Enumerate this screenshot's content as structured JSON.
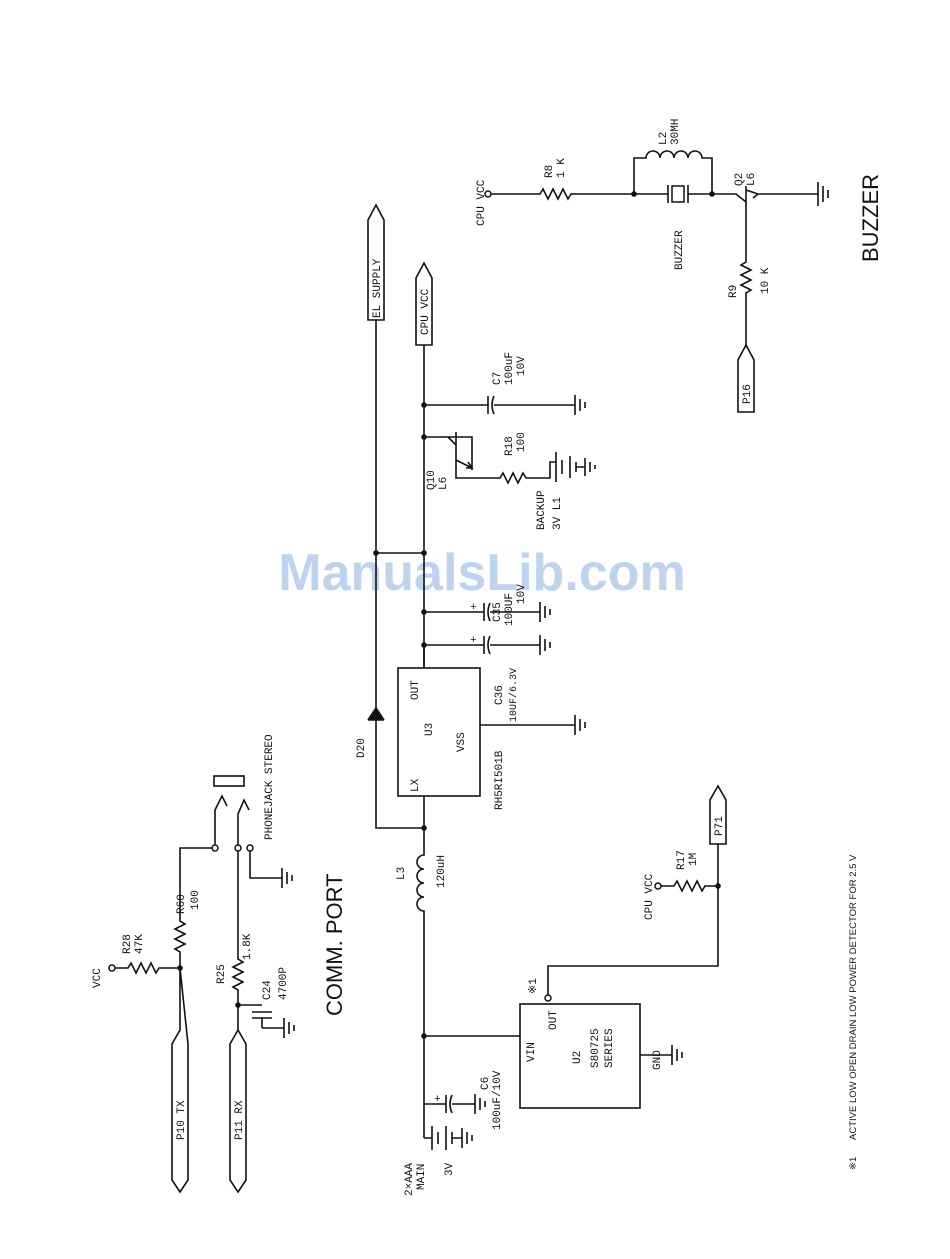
{
  "watermark": "ManualsLib.com",
  "sections": {
    "comm_port": "COMM. PORT",
    "buzzer": "BUZZER"
  },
  "footnote": {
    "mark": "※1",
    "text": "ACTIVE LOW OPEN DRAIN LOW POWER DETECTOR FOR 2.5 V"
  },
  "ports": {
    "el_supply": "EL SUPPLY",
    "cpu_vcc": "CPU VCC",
    "p16": "P16",
    "p71": "P71",
    "p10": "P10 TX",
    "p11": "P11 RX"
  },
  "labels": {
    "cpu_vcc_buzzer": "CPU VCC",
    "cpu_vcc_r17": "CPU VCC",
    "vcc": "VCC",
    "phonejack": "PHONEJACK STEREO"
  },
  "components": {
    "r8": {
      "ref": "R8",
      "value": "1 K"
    },
    "l2": {
      "ref": "L2",
      "value": "30MH"
    },
    "q2": {
      "ref": "Q2",
      "value": "L6"
    },
    "buzzer": {
      "ref": "BUZZER"
    },
    "r9": {
      "ref": "R9",
      "value": "10 K"
    },
    "c7": {
      "ref": "C7",
      "value": "100uF",
      "value2": "10V"
    },
    "q10": {
      "ref": "Q10",
      "value": "L6"
    },
    "r18": {
      "ref": "R18",
      "value": "100"
    },
    "backup": {
      "ref": "BACKUP",
      "value": "3V L1"
    },
    "c35": {
      "ref": "C35",
      "value": "100UF",
      "value2": "10V"
    },
    "c36": {
      "ref": "C36",
      "value": "10UF/6.3V"
    },
    "d20": {
      "ref": "D20"
    },
    "u3": {
      "ref": "U3",
      "pin_out": "OUT",
      "pin_lx": "LX",
      "pin_vss": "VSS",
      "part": "RH5RI501B"
    },
    "l3": {
      "ref": "L3",
      "value": "120uH"
    },
    "r17": {
      "ref": "R17",
      "value": "1M"
    },
    "u2": {
      "ref": "U2",
      "part": "S80725",
      "part2": "SERIES",
      "pin_vin": "VIN",
      "pin_out": "OUT",
      "pin_gnd": "GND",
      "mark": "※1"
    },
    "c6": {
      "ref": "C6",
      "value": "100uF/10V"
    },
    "main": {
      "ref": "2×AAA",
      "ref2": "MAIN",
      "value": "3V"
    },
    "r28": {
      "ref": "R28",
      "value": "47K"
    },
    "r60": {
      "ref": "R60",
      "value": "100"
    },
    "r25": {
      "ref": "R25",
      "value": "1.8K"
    },
    "c24": {
      "ref": "C24",
      "value": "4700P"
    }
  }
}
